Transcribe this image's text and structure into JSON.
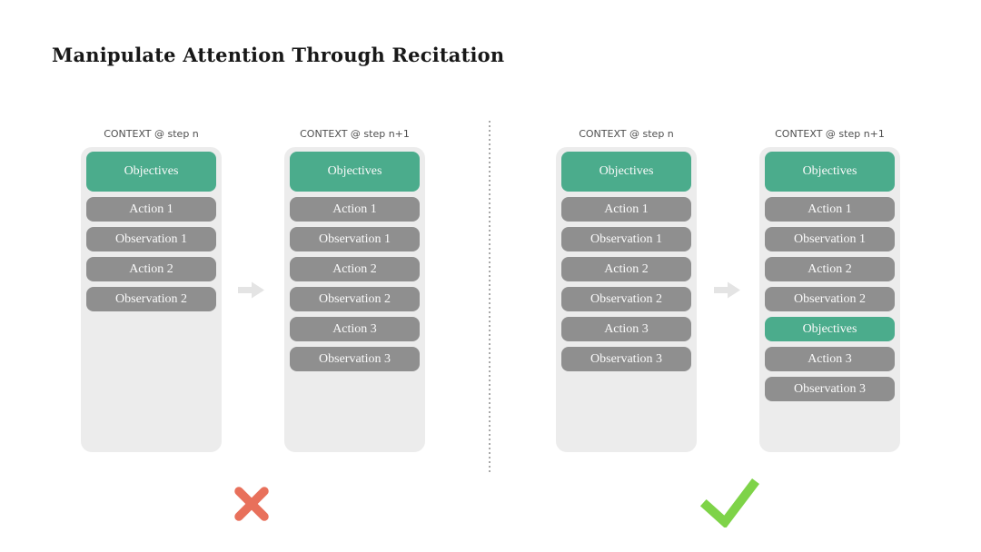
{
  "title": "Manipulate Attention Through Recitation",
  "colors": {
    "objectives_green": "#4bac8c",
    "step_gray": "#8f8f8f",
    "container_bg": "#ececec",
    "cross_red": "#e8705b",
    "check_green": "#7ed348",
    "arrow_gray": "#e4e4e4",
    "divider_gray": "#a9a9a9"
  },
  "columns": [
    {
      "header": "CONTEXT @ step n",
      "boxes": [
        {
          "label": "Objectives",
          "kind": "objectives-tall"
        },
        {
          "label": "Action 1",
          "kind": "step"
        },
        {
          "label": "Observation 1",
          "kind": "step"
        },
        {
          "label": "Action 2",
          "kind": "step"
        },
        {
          "label": "Observation 2",
          "kind": "step"
        }
      ]
    },
    {
      "header": "CONTEXT @ step n+1",
      "boxes": [
        {
          "label": "Objectives",
          "kind": "objectives-tall"
        },
        {
          "label": "Action 1",
          "kind": "step"
        },
        {
          "label": "Observation 1",
          "kind": "step"
        },
        {
          "label": "Action 2",
          "kind": "step"
        },
        {
          "label": "Observation 2",
          "kind": "step"
        },
        {
          "label": "Action 3",
          "kind": "step"
        },
        {
          "label": "Observation 3",
          "kind": "step"
        }
      ]
    },
    {
      "header": "CONTEXT @ step n",
      "boxes": [
        {
          "label": "Objectives",
          "kind": "objectives-tall"
        },
        {
          "label": "Action 1",
          "kind": "step"
        },
        {
          "label": "Observation 1",
          "kind": "step"
        },
        {
          "label": "Action 2",
          "kind": "step"
        },
        {
          "label": "Observation 2",
          "kind": "step"
        },
        {
          "label": "Action 3",
          "kind": "step"
        },
        {
          "label": "Observation 3",
          "kind": "step"
        }
      ]
    },
    {
      "header": "CONTEXT @ step n+1",
      "boxes": [
        {
          "label": "Objectives",
          "kind": "objectives-tall"
        },
        {
          "label": "Action 1",
          "kind": "step"
        },
        {
          "label": "Observation 1",
          "kind": "step"
        },
        {
          "label": "Action 2",
          "kind": "step"
        },
        {
          "label": "Observation 2",
          "kind": "step"
        },
        {
          "label": "Objectives",
          "kind": "objectives"
        },
        {
          "label": "Action 3",
          "kind": "step"
        },
        {
          "label": "Observation 3",
          "kind": "step"
        }
      ]
    }
  ],
  "verdicts": {
    "left": "cross",
    "right": "check"
  }
}
